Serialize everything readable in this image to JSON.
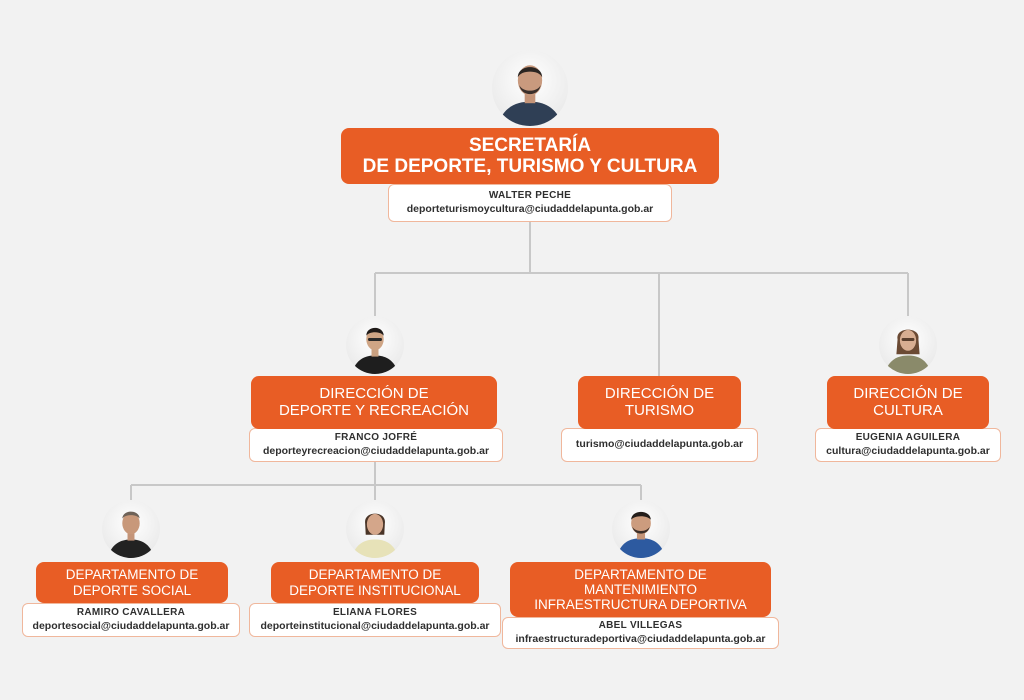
{
  "top": {
    "title_lines": [
      "SECRETARÍA",
      "DE DEPORTE, TURISMO Y CULTURA"
    ],
    "person": "WALTER PECHE",
    "email": "deporteturismoycultura@ciudaddelapunta.gob.ar"
  },
  "directions": [
    {
      "title_lines": [
        "DIRECCIÓN DE",
        "DEPORTE Y RECREACIÓN"
      ],
      "person": "FRANCO JOFRÉ",
      "email": "deporteyrecreacion@ciudaddelapunta.gob.ar"
    },
    {
      "title_lines": [
        "DIRECCIÓN DE",
        "TURISMO"
      ],
      "email": "turismo@ciudaddelapunta.gob.ar"
    },
    {
      "title_lines": [
        "DIRECCIÓN DE",
        "CULTURA"
      ],
      "person": "EUGENIA AGUILERA",
      "email": "cultura@ciudaddelapunta.gob.ar"
    }
  ],
  "departments": [
    {
      "title_lines": [
        "DEPARTAMENTO DE",
        "DEPORTE SOCIAL"
      ],
      "person": "RAMIRO CAVALLERA",
      "email": "deportesocial@ciudaddelapunta.gob.ar"
    },
    {
      "title_lines": [
        "DEPARTAMENTO DE",
        "DEPORTE INSTITUCIONAL"
      ],
      "person": "ELIANA FLORES",
      "email": "deporteinstitucional@ciudaddelapunta.gob.ar"
    },
    {
      "title_lines": [
        "DEPARTAMENTO DE",
        "MANTENIMIENTO",
        "INFRAESTRUCTURA DEPORTIVA"
      ],
      "person": "ABEL VILLEGAS",
      "email": "infraestructuradeportiva@ciudaddelapunta.gob.ar"
    }
  ],
  "colors": {
    "accent": "#e85d25",
    "connector": "#c8c8c8",
    "background": "#f2f2f2"
  }
}
